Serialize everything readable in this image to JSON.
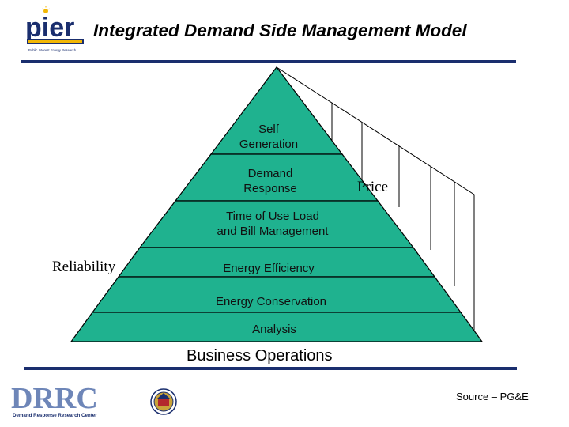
{
  "slide": {
    "title": "Integrated Demand Side Management Model",
    "footer_label": "Business Operations",
    "source": "Source – PG&E"
  },
  "logos": {
    "pier": {
      "text": "pier",
      "tagline": "Public Interest Energy Research"
    },
    "drrc": {
      "text": "DRRC",
      "subtitle": "Demand Response Research Center"
    }
  },
  "pyramid": {
    "levels": [
      {
        "line1": "Self",
        "line2": "Generation"
      },
      {
        "line1": "Demand",
        "line2": "Response"
      },
      {
        "line1": "Time of Use Load",
        "line2": "and Bill Management"
      },
      {
        "line1": "Energy Efficiency",
        "line2": ""
      },
      {
        "line1": "Energy Conservation",
        "line2": ""
      },
      {
        "line1": "Analysis",
        "line2": ""
      }
    ],
    "left_label": "Reliability",
    "right_label": "Price",
    "fill_color": "#1fb28f"
  }
}
